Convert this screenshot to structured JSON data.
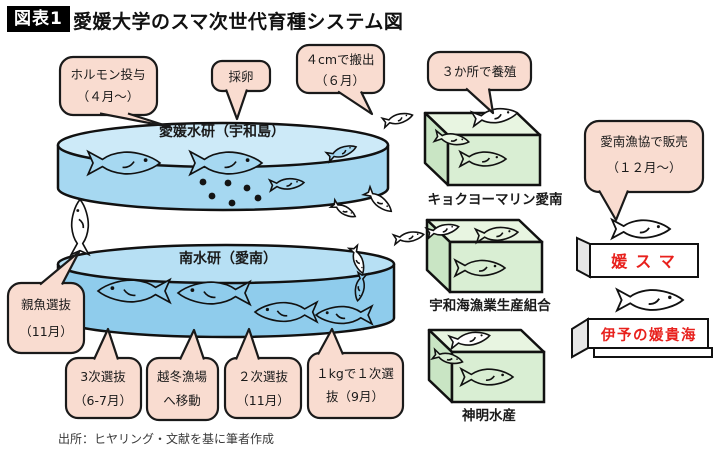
{
  "header": {
    "tag": "図表1",
    "title": "愛媛大学のスマ次世代育種システム図"
  },
  "tanks": {
    "top": {
      "label": "愛媛水研（宇和島）"
    },
    "bottom": {
      "label": "南水研（愛南）"
    }
  },
  "callouts": {
    "hormone": {
      "line1": "ホルモン投与",
      "line2": "（４月～）"
    },
    "egg": {
      "line1": "採卵"
    },
    "ship4cm": {
      "line1": "４cmで搬出",
      "line2": "（６月）"
    },
    "farm3": {
      "line1": "３か所で養殖"
    },
    "sale": {
      "line1": "愛南漁協で販売",
      "line2": "（１２月～）"
    },
    "broodstock": {
      "line1": "親魚選抜",
      "line2": "（11月）"
    },
    "sel3": {
      "line1": "3次選抜",
      "line2": "（6-7月）"
    },
    "winter": {
      "line1": "越冬漁場",
      "line2": "へ移動"
    },
    "sel2": {
      "line1": "２次選抜",
      "line2": "（11月）"
    },
    "sel1": {
      "line1": "１kgで１次選",
      "line2": "抜（9月）"
    }
  },
  "farms": [
    {
      "label": "キョクヨーマリン愛南"
    },
    {
      "label": "宇和海漁業生産組合"
    },
    {
      "label": "神明水産"
    }
  ],
  "products": [
    {
      "label": "媛スマ"
    },
    {
      "label": "伊予の媛貴海"
    }
  ],
  "footer": {
    "source": "出所：ヒヤリング・文献を基に筆者作成"
  },
  "colors": {
    "bubble": "#f9dcd0",
    "tank_top_body": "#a6d8f1",
    "tank_top_rim": "#cdeaf8",
    "tank_bottom_body": "#8fccec",
    "tank_bottom_rim": "#b7e0f4",
    "farm_front": "#d9eed3",
    "farm_top": "#e8f5e1",
    "farm_side": "#c9e5c4",
    "product_red": "#e8211d",
    "outline": "#111111"
  }
}
